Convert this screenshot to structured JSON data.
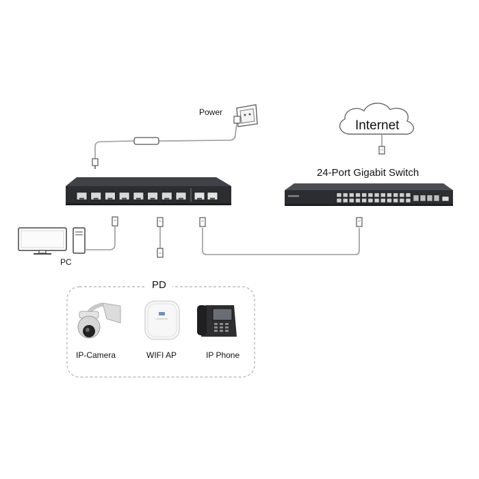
{
  "labels": {
    "power": "Power",
    "internet": "Internet",
    "switch_24": "24-Port Gigabit Switch",
    "pc": "PC",
    "pd_group": "PD",
    "ip_camera": "IP-Camera",
    "wifi_ap": "WIFI AP",
    "ip_phone": "IP Phone"
  },
  "devices": {
    "poe_switch": {
      "downlink_ports": 8,
      "uplink_ports": 2
    },
    "gigabit_switch": {
      "port_count": 24,
      "sfp_ports": 4
    }
  },
  "colors": {
    "switch_body": "#2b2d30",
    "switch_front": "#3a3c40",
    "cable": "#9a9a9a",
    "outline": "#444444",
    "dashed_border": "#bbbbbb"
  }
}
